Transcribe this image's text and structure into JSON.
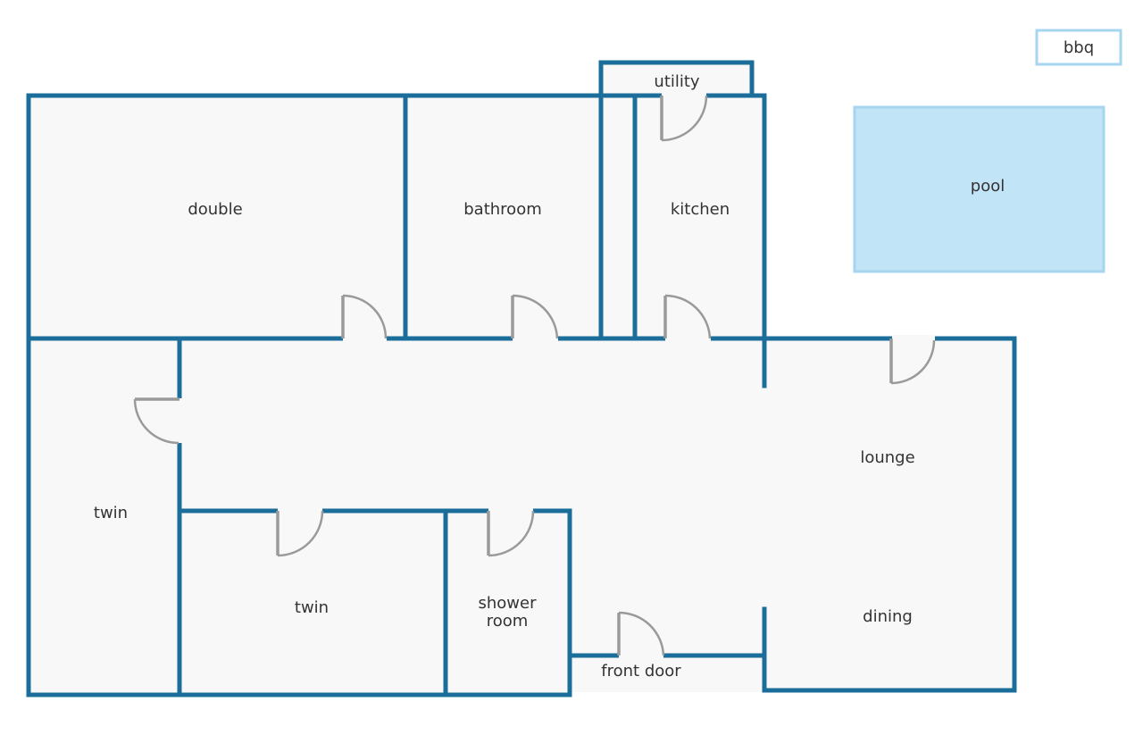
{
  "rooms": {
    "double": "double",
    "bathroom": "bathroom",
    "utility": "utility",
    "kitchen": "kitchen",
    "lounge": "lounge",
    "dining": "dining",
    "twin_left": "twin",
    "twin_center": "twin",
    "shower_line1": "shower",
    "shower_line2": "room",
    "front_door": "front door"
  },
  "outdoor": {
    "pool": "pool",
    "bbq": "bbq"
  },
  "colors": {
    "wall": "#1c6e9a",
    "floor": "#f8f8f8",
    "door": "#9a9a9a",
    "pool_fill": "#c2e4f7",
    "pool_border": "#a6d6ef",
    "bbq_border": "#a6d6ef"
  }
}
